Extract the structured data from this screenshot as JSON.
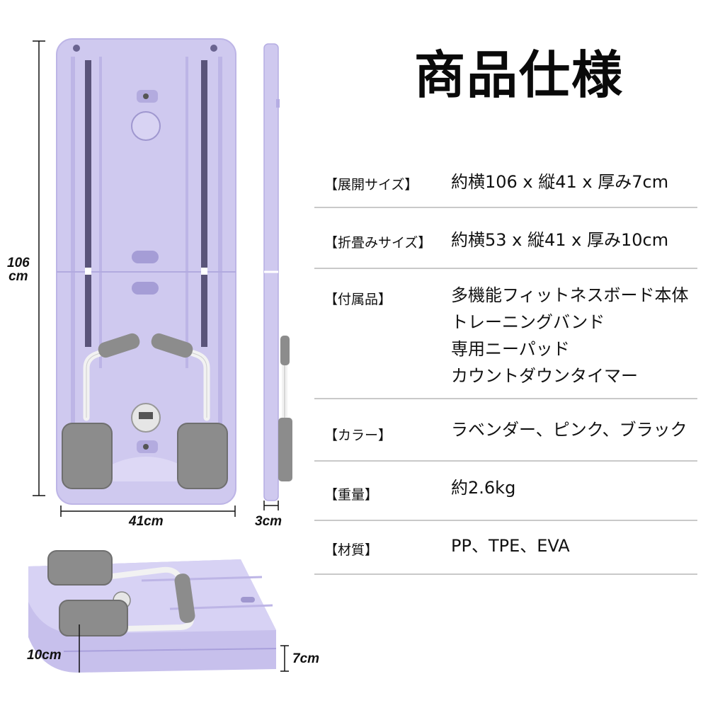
{
  "title": "商品仕様",
  "specs": [
    {
      "label": "【展開サイズ】",
      "values": [
        "約横106 x 縦41 x 厚み7cm"
      ]
    },
    {
      "label": "【折畳みサイズ】",
      "values": [
        "約横53 x 縦41 x 厚み10cm"
      ]
    },
    {
      "label": "【付属品】",
      "values": [
        "多機能フィットネスボード本体",
        "トレーニングバンド",
        "専用ニーパッド",
        "カウントダウンタイマー"
      ]
    },
    {
      "label": "【カラー】",
      "values": [
        "ラベンダー、ピンク、ブラック"
      ]
    },
    {
      "label": "【重量】",
      "values": [
        "約2.6kg"
      ]
    },
    {
      "label": "【材質】",
      "values": [
        "PP、TPE、EVA"
      ]
    }
  ],
  "dimensions": {
    "length": "106\ncm",
    "width": "41cm",
    "thickness_open": "3cm",
    "thickness_folded": "10cm",
    "thickness_side": "7cm"
  },
  "colors": {
    "board": "#cfc9ef",
    "board_edge": "#b9b1e6",
    "groove": "#5a547a",
    "pad": "#8c8c8c",
    "handle": "#f2f2f2"
  }
}
